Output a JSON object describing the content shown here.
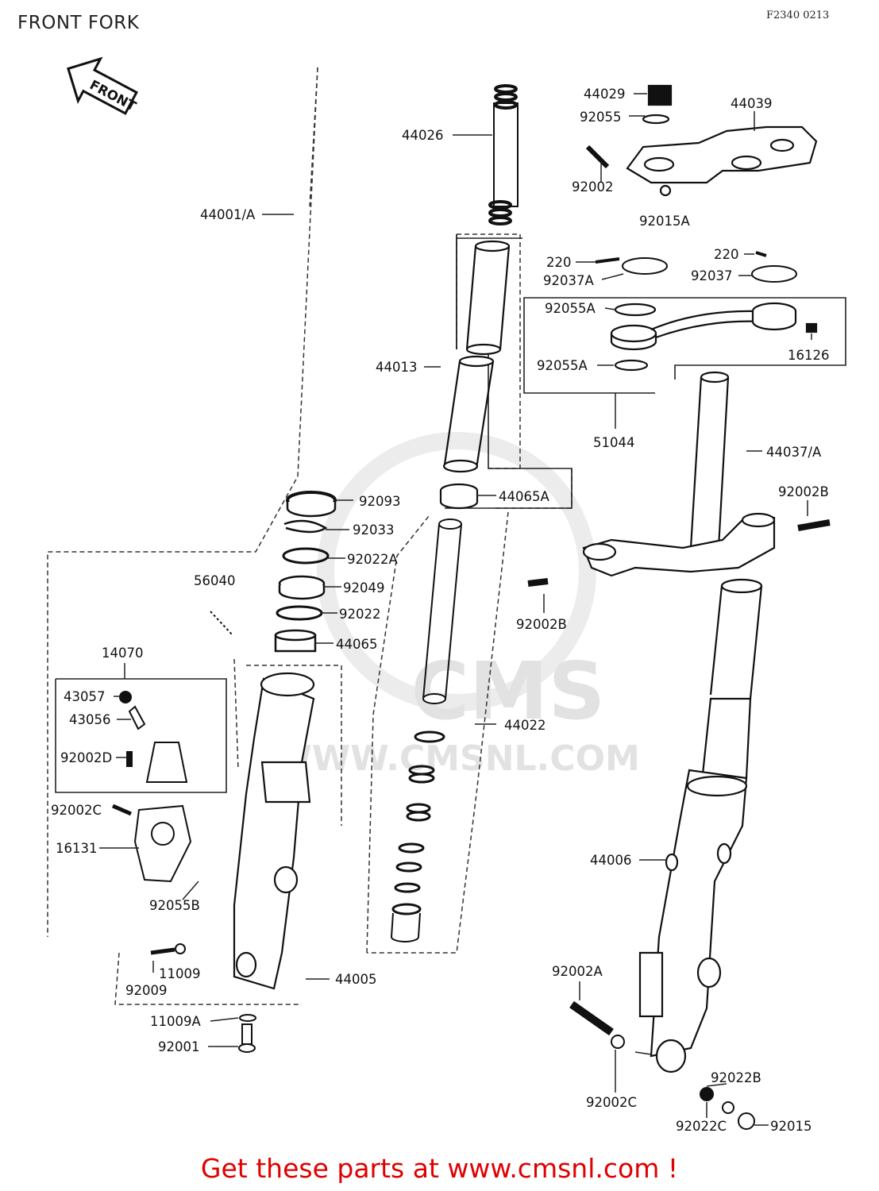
{
  "page": {
    "title": "FRONT FORK",
    "drawing_code": "F2340 0213",
    "cta": "Get these parts at www.cmsnl.com !"
  },
  "watermark": {
    "brand": "CMS",
    "url": "WWW.CMSNL.COM"
  },
  "direction_arrow": {
    "label": "FRONT"
  },
  "parts": [
    {
      "id": "p-44029",
      "label": "44029"
    },
    {
      "id": "p-44039",
      "label": "44039"
    },
    {
      "id": "p-92055",
      "label": "92055"
    },
    {
      "id": "p-44026",
      "label": "44026"
    },
    {
      "id": "p-92002",
      "label": "92002"
    },
    {
      "id": "p-92015A",
      "label": "92015A"
    },
    {
      "id": "p-44001A",
      "label": "44001/A"
    },
    {
      "id": "p-220-a",
      "label": "220"
    },
    {
      "id": "p-92037A",
      "label": "92037A"
    },
    {
      "id": "p-220-b",
      "label": "220"
    },
    {
      "id": "p-92037",
      "label": "92037"
    },
    {
      "id": "p-92055A-top",
      "label": "92055A"
    },
    {
      "id": "p-16126",
      "label": "16126"
    },
    {
      "id": "p-44013",
      "label": "44013"
    },
    {
      "id": "p-92055A-bot",
      "label": "92055A"
    },
    {
      "id": "p-51044",
      "label": "51044"
    },
    {
      "id": "p-44037A",
      "label": "44037/A"
    },
    {
      "id": "p-92002B-top",
      "label": "92002B"
    },
    {
      "id": "p-44065A",
      "label": "44065A"
    },
    {
      "id": "p-92093",
      "label": "92093"
    },
    {
      "id": "p-92033",
      "label": "92033"
    },
    {
      "id": "p-92022A",
      "label": "92022A"
    },
    {
      "id": "p-56040",
      "label": "56040"
    },
    {
      "id": "p-92049",
      "label": "92049"
    },
    {
      "id": "p-92022",
      "label": "92022"
    },
    {
      "id": "p-92002B-mid",
      "label": "92002B"
    },
    {
      "id": "p-44065",
      "label": "44065"
    },
    {
      "id": "p-14070",
      "label": "14070"
    },
    {
      "id": "p-43057",
      "label": "43057"
    },
    {
      "id": "p-43056",
      "label": "43056"
    },
    {
      "id": "p-44022",
      "label": "44022"
    },
    {
      "id": "p-92002D",
      "label": "92002D"
    },
    {
      "id": "p-92002C-left",
      "label": "92002C"
    },
    {
      "id": "p-16131",
      "label": "16131"
    },
    {
      "id": "p-44006",
      "label": "44006"
    },
    {
      "id": "p-92055B",
      "label": "92055B"
    },
    {
      "id": "p-11009",
      "label": "11009"
    },
    {
      "id": "p-92009",
      "label": "92009"
    },
    {
      "id": "p-44005",
      "label": "44005"
    },
    {
      "id": "p-92002A",
      "label": "92002A"
    },
    {
      "id": "p-11009A",
      "label": "11009A"
    },
    {
      "id": "p-92001",
      "label": "92001"
    },
    {
      "id": "p-92022B",
      "label": "92022B"
    },
    {
      "id": "p-92002C-right",
      "label": "92002C"
    },
    {
      "id": "p-92022C",
      "label": "92022C"
    },
    {
      "id": "p-92015",
      "label": "92015"
    }
  ]
}
